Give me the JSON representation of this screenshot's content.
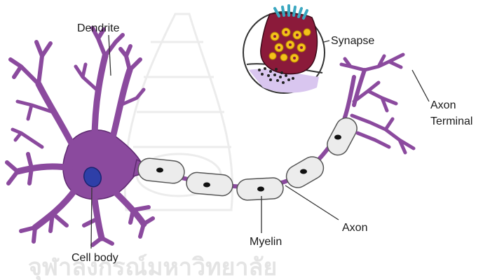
{
  "labels": {
    "dendrite": "Dendrite",
    "synapse": "Synapse",
    "axon_terminal_line1": "Axon",
    "axon_terminal_line2": "Terminal",
    "axon": "Axon",
    "myelin": "Myelin",
    "cell_body": "Cell body"
  },
  "watermark_text": "จุฬาลงกรณ์มหาวิทยาลัย",
  "colors": {
    "neuron": "#8b4a9e",
    "neuron_outline": "#5e2a70",
    "nucleus": "#2e3fa8",
    "myelin_fill": "#ececec",
    "myelin_outline": "#555555",
    "synapse_bulb": "#8b1a3a",
    "vesicle": "#f4c21a",
    "receptor": "#3aa7c0",
    "postsynaptic": "#d9c6ef",
    "label_text": "#1a1a1a",
    "watermark": "#e4e4e4"
  }
}
